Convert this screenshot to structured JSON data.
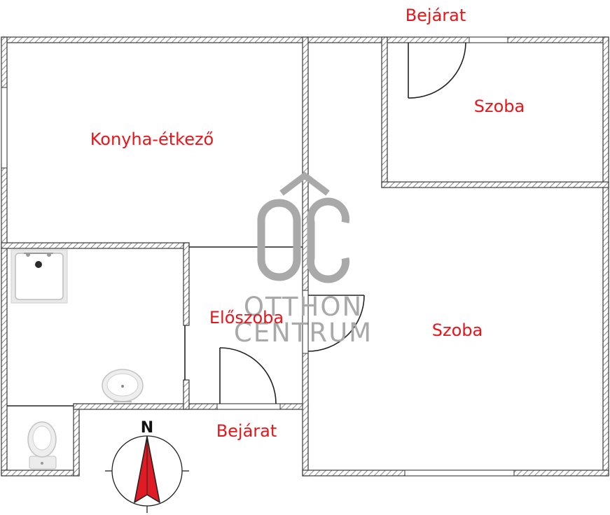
{
  "rooms": {
    "kitchen": "Konyha-étkező",
    "room_top": "Szoba",
    "room_main": "Szoba",
    "hall": "Előszoba"
  },
  "entrances": {
    "top": "Bejárat",
    "bottom": "Bejárat"
  },
  "compass": {
    "north": "N"
  },
  "watermark": {
    "line1": "OTTHON",
    "line2": "CENTRUM"
  },
  "colors": {
    "label": "#e8161a",
    "wall": "#3a3a3a",
    "wall_fill": "#ffffff",
    "watermark": "#a9a9a9",
    "compass_arrow": "#e01b24"
  }
}
